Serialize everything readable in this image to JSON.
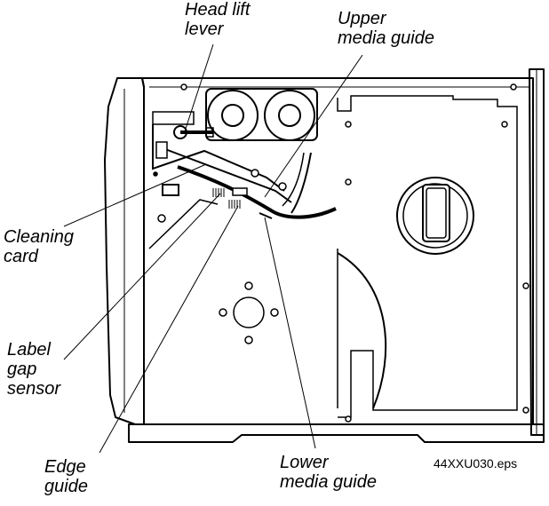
{
  "labels": {
    "head_lift_lever": [
      "Head lift",
      "lever"
    ],
    "upper_media_guide": [
      "Upper",
      "media guide"
    ],
    "cleaning_card": [
      "Cleaning",
      "card"
    ],
    "label_gap_sensor": [
      "Label",
      "gap",
      "sensor"
    ],
    "edge_guide": [
      "Edge",
      "guide"
    ],
    "lower_media_guide": [
      "Lower",
      "media guide"
    ]
  },
  "figure_id": "44XXU030.eps"
}
